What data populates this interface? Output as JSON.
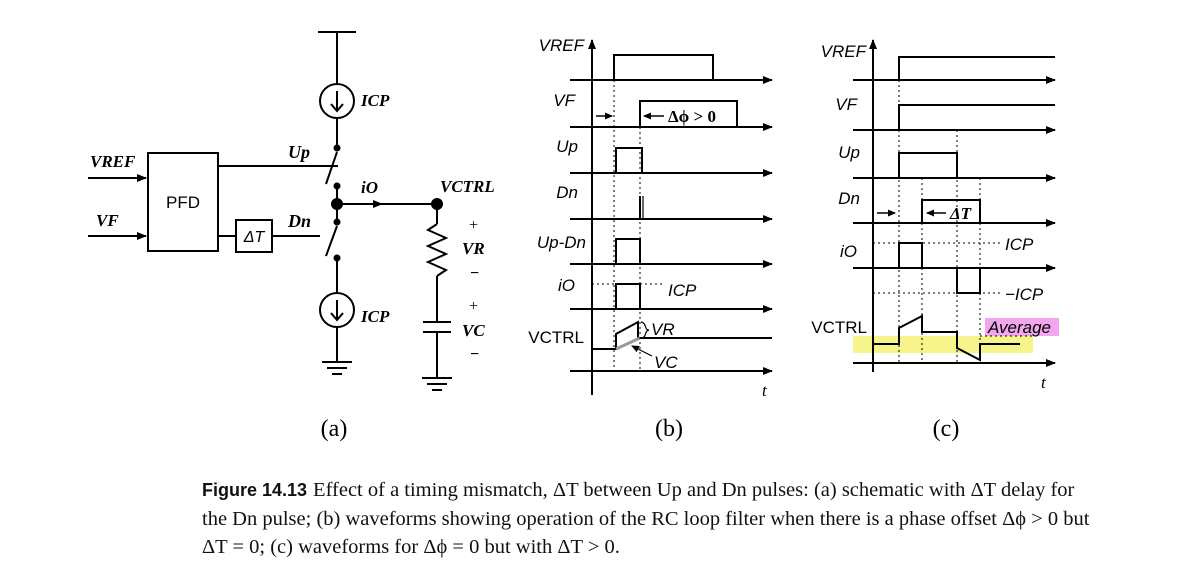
{
  "panel_a": {
    "label": "(a)",
    "block_pfd": "PFD",
    "block_delay": "ΔT",
    "input_vref": "VREF",
    "input_vf": "VF",
    "signal_up": "Up",
    "signal_dn": "Dn",
    "source_top": "ICP",
    "source_bottom": "ICP",
    "current_io": "iO",
    "node_vctrl": "VCTRL",
    "vr_plus": "+",
    "vr_label": "VR",
    "vr_minus": "−",
    "vc_plus": "+",
    "vc_label": "VC",
    "vc_minus": "−"
  },
  "panel_b": {
    "label": "(b)",
    "rows": [
      "VREF",
      "VF",
      "Up",
      "Dn",
      "Up-Dn",
      "iO",
      "VCTRL"
    ],
    "phase_annotation": "Δϕ > 0",
    "icp_label": "ICP",
    "vr_label": "VR",
    "vc_label": "VC",
    "time_label": "t"
  },
  "panel_c": {
    "label": "(c)",
    "rows": [
      "VREF",
      "VF",
      "Up",
      "Dn",
      "iO",
      "VCTRL"
    ],
    "delay_annotation": "ΔT",
    "icp_label": "ICP",
    "neg_icp_label": "−ICP",
    "average_label": "Average",
    "time_label": "t",
    "colors": {
      "average_highlight": "#f2a6ee",
      "baseline_highlight": "#f7f48c"
    }
  },
  "caption": {
    "label": "Figure 14.13",
    "text": "Effect of a timing mismatch, ΔT between Up and Dn pulses: (a) schematic with ΔT delay for the Dn pulse; (b) waveforms showing operation of the RC loop filter when there is a phase offset Δϕ > 0 but ΔT = 0; (c) waveforms for Δϕ = 0 but with ΔT > 0."
  }
}
